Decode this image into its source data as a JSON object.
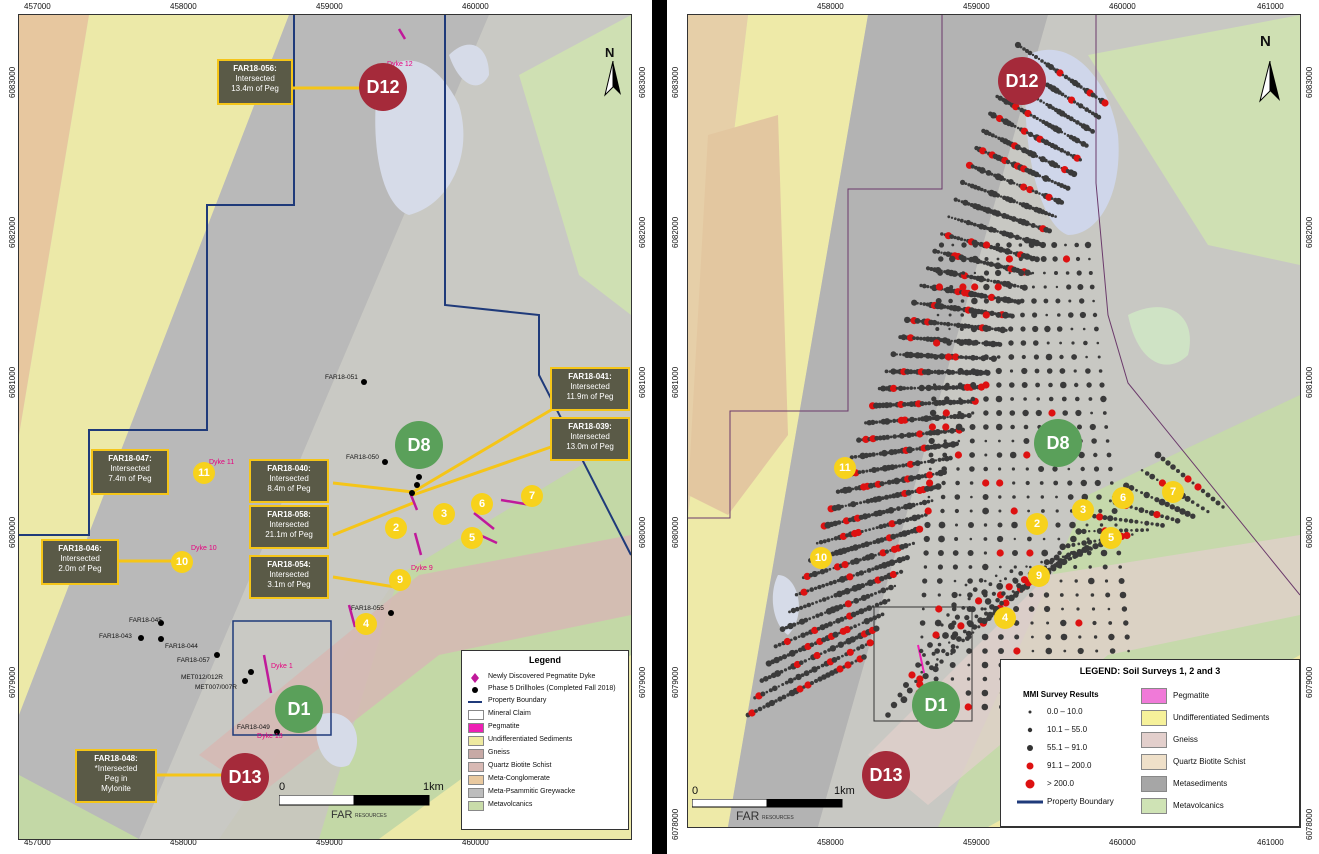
{
  "left_map": {
    "x_ticks": [
      "457000",
      "458000",
      "459000",
      "460000"
    ],
    "y_ticks": [
      "6083000",
      "6082000",
      "6081000",
      "6080000",
      "6079000"
    ],
    "north": "N",
    "zones": [
      {
        "id": "d12",
        "label": "D12",
        "color": "#a52a3a"
      },
      {
        "id": "d8",
        "label": "D8",
        "color": "#5aa05a"
      },
      {
        "id": "d1",
        "label": "D1",
        "color": "#5aa05a"
      },
      {
        "id": "d13",
        "label": "D13",
        "color": "#a52a3a"
      }
    ],
    "dykes": [
      "11",
      "10",
      "2",
      "3",
      "6",
      "5",
      "7",
      "9",
      "4"
    ],
    "dyke_labels": [
      "Dyke 12",
      "Dyke 11",
      "Dyke 10",
      "Dyke 9",
      "Dyke 1",
      "Dyke 13"
    ],
    "callouts": [
      {
        "id": "far18-056",
        "title": "FAR18-056:",
        "lines": [
          "Intersected",
          "13.4m of Peg"
        ]
      },
      {
        "id": "far18-041",
        "title": "FAR18-041:",
        "lines": [
          "Intersected",
          "11.9m of Peg"
        ]
      },
      {
        "id": "far18-039",
        "title": "FAR18-039:",
        "lines": [
          "Intersected",
          "13.0m of Peg"
        ]
      },
      {
        "id": "far18-047",
        "title": "FAR18-047:",
        "lines": [
          "Intersected",
          "7.4m of Peg"
        ]
      },
      {
        "id": "far18-040",
        "title": "FAR18-040:",
        "lines": [
          "Intersected",
          "8.4m of Peg"
        ]
      },
      {
        "id": "far18-058",
        "title": "FAR18-058:",
        "lines": [
          "Intersected",
          "21.1m of Peg"
        ]
      },
      {
        "id": "far18-046",
        "title": "FAR18-046:",
        "lines": [
          "Intersected",
          "2.0m of Peg"
        ]
      },
      {
        "id": "far18-054",
        "title": "FAR18-054:",
        "lines": [
          "Intersected",
          "3.1m of Peg"
        ]
      },
      {
        "id": "far18-048",
        "title": "FAR18-048:",
        "lines": [
          "*Intersected",
          "Peg in",
          "Mylonite"
        ]
      }
    ],
    "drillholes": [
      "FAR18-051",
      "FAR18-050",
      "FAR18-055",
      "FAR18-045",
      "FAR18-043",
      "FAR18-044",
      "FAR18-057",
      "MET012/012R",
      "MET007/007R",
      "FAR18-049"
    ],
    "scale": {
      "start": "0",
      "end": "1km"
    },
    "logo": "FAR",
    "logo_sub": "RESOURCES",
    "legend": {
      "title": "Legend",
      "items": [
        {
          "label": "Newly Discovered Pegmatite Dyke",
          "color": "#c0199a"
        },
        {
          "label": "Phase 5 Drillholes (Completed Fall 2018)",
          "color": "#000000"
        },
        {
          "label": "Property Boundary",
          "color": "#1f3a7a"
        },
        {
          "label": "Mineral Claim",
          "color": "#ffffff"
        },
        {
          "label": "Pegmatite",
          "color": "#ee1fb4"
        },
        {
          "label": "Undifferentiated Sediments",
          "color": "#eeeaa0"
        },
        {
          "label": "Gneiss",
          "color": "#c7a9a5"
        },
        {
          "label": "Quartz Biotite Schist",
          "color": "#d8b9b4"
        },
        {
          "label": "Meta-Conglomerate",
          "color": "#e9c99f"
        },
        {
          "label": "Meta-Psammitic Greywacke",
          "color": "#bdbdbd"
        },
        {
          "label": "Metavolcanics",
          "color": "#c9dca9"
        }
      ]
    }
  },
  "right_map": {
    "x_ticks": [
      "458000",
      "459000",
      "460000",
      "461000"
    ],
    "y_ticks": [
      "6083000",
      "6082000",
      "6081000",
      "6080000",
      "6079000",
      "6078000"
    ],
    "north": "N",
    "zones": [
      {
        "id": "d12",
        "label": "D12"
      },
      {
        "id": "d8",
        "label": "D8"
      },
      {
        "id": "d1",
        "label": "D1"
      },
      {
        "id": "d13",
        "label": "D13"
      }
    ],
    "dykes": [
      "11",
      "10",
      "2",
      "3",
      "6",
      "7",
      "5",
      "9",
      "4"
    ],
    "scale": {
      "start": "0",
      "end": "1km"
    },
    "logo": "FAR",
    "logo_sub": "RESOURCES",
    "legend": {
      "title": "LEGEND: Soil Surveys 1, 2 and 3",
      "mmi_title": "MMI Survey Results",
      "mmi_items": [
        {
          "label": "0.0 – 10.0",
          "color": "#333333"
        },
        {
          "label": "10.1 – 55.0",
          "color": "#333333"
        },
        {
          "label": "55.1 – 91.0",
          "color": "#333333"
        },
        {
          "label": "91.1 – 200.0",
          "color": "#dd1111"
        },
        {
          "label": "> 200.0",
          "color": "#dd1111"
        }
      ],
      "boundary_label": "Property Boundary",
      "geo_items": [
        {
          "label": "Pegmatite",
          "color": "#f07ad8"
        },
        {
          "label": "Undifferentiated Sediments",
          "color": "#f6f19a"
        },
        {
          "label": "Gneiss",
          "color": "#e3cfcc"
        },
        {
          "label": "Quartz Biotite Schist",
          "color": "#efe0c9"
        },
        {
          "label": "Metasediments",
          "color": "#a6a6a6"
        },
        {
          "label": "Metavolcanics",
          "color": "#cfe3b5"
        }
      ]
    }
  }
}
